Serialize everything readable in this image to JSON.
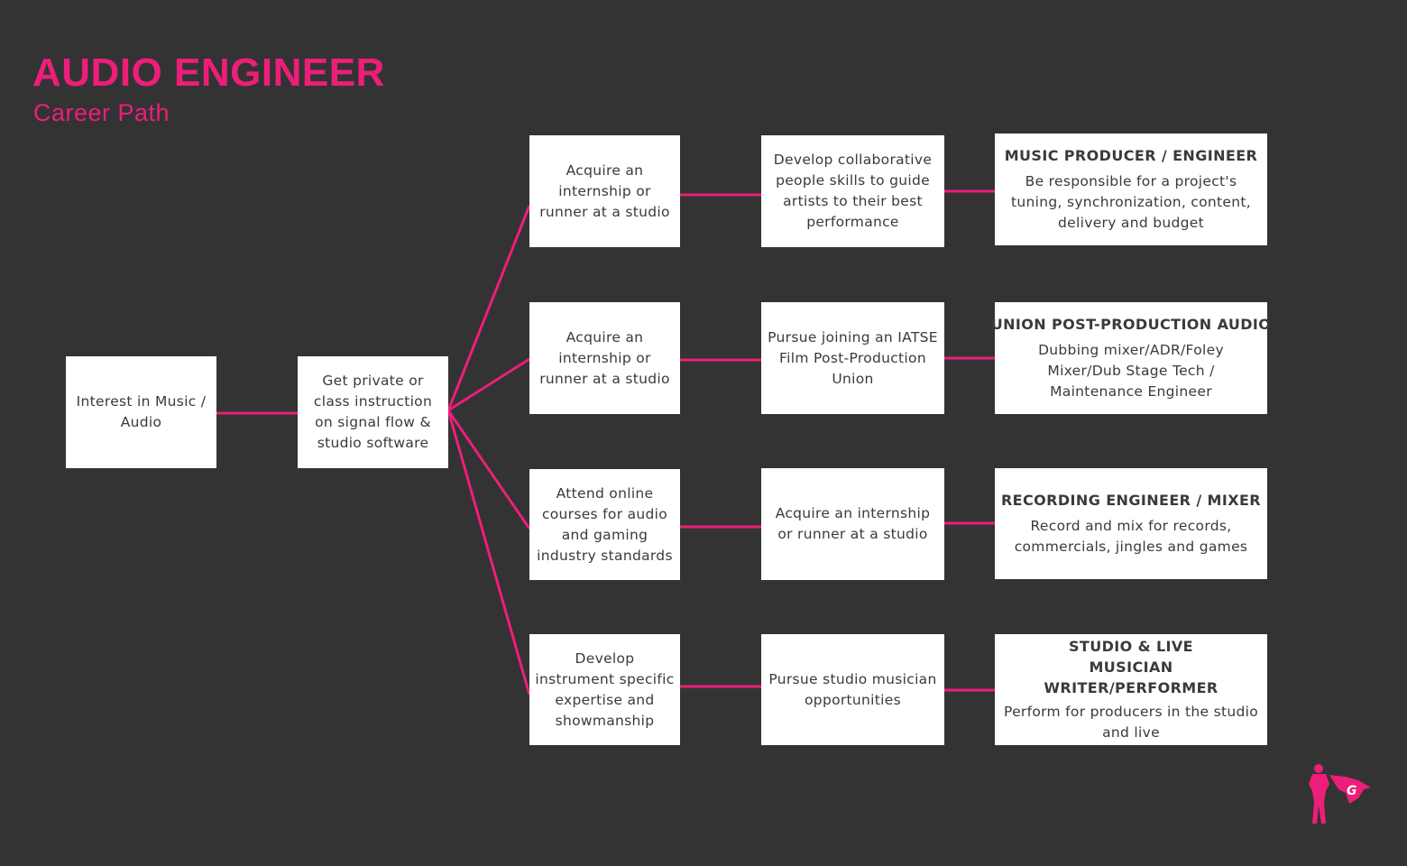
{
  "header": {
    "title": "AUDIO ENGINEER",
    "subtitle": "Career Path"
  },
  "colors": {
    "accent": "#ed1e79",
    "background": "#333333",
    "box": "#ffffff"
  },
  "start": {
    "text": "Interest in Music / Audio"
  },
  "instruction": {
    "text": "Get private or class instruction on signal flow & studio software"
  },
  "paths": [
    {
      "step1": "Acquire an internship or runner at a studio",
      "step2": "Develop collaborative people skills to guide artists to their best performance",
      "outcome_title": "MUSIC PRODUCER / ENGINEER",
      "outcome_desc": "Be responsible for a project's tuning, synchronization, content, delivery and budget"
    },
    {
      "step1": "Acquire an internship or runner at a studio",
      "step2": "Pursue joining an IATSE Film Post-Production Union",
      "outcome_title": "UNION POST-PRODUCTION AUDIO",
      "outcome_desc": "Dubbing mixer/ADR/Foley Mixer/Dub Stage Tech / Maintenance Engineer"
    },
    {
      "step1": "Attend online courses for audio and gaming industry standards",
      "step2": "Acquire an internship or runner at a studio",
      "outcome_title": "RECORDING ENGINEER / MIXER",
      "outcome_desc": "Record and mix for records, commercials, jingles and games"
    },
    {
      "step1": "Develop instrument specific expertise and showmanship",
      "step2": "Pursue studio musician opportunities",
      "outcome_title": "STUDIO & LIVE MUSICIAN WRITER/PERFORMER",
      "outcome_desc": "Perform for producers in the studio and live"
    }
  ],
  "logo": {
    "letter": "G"
  }
}
